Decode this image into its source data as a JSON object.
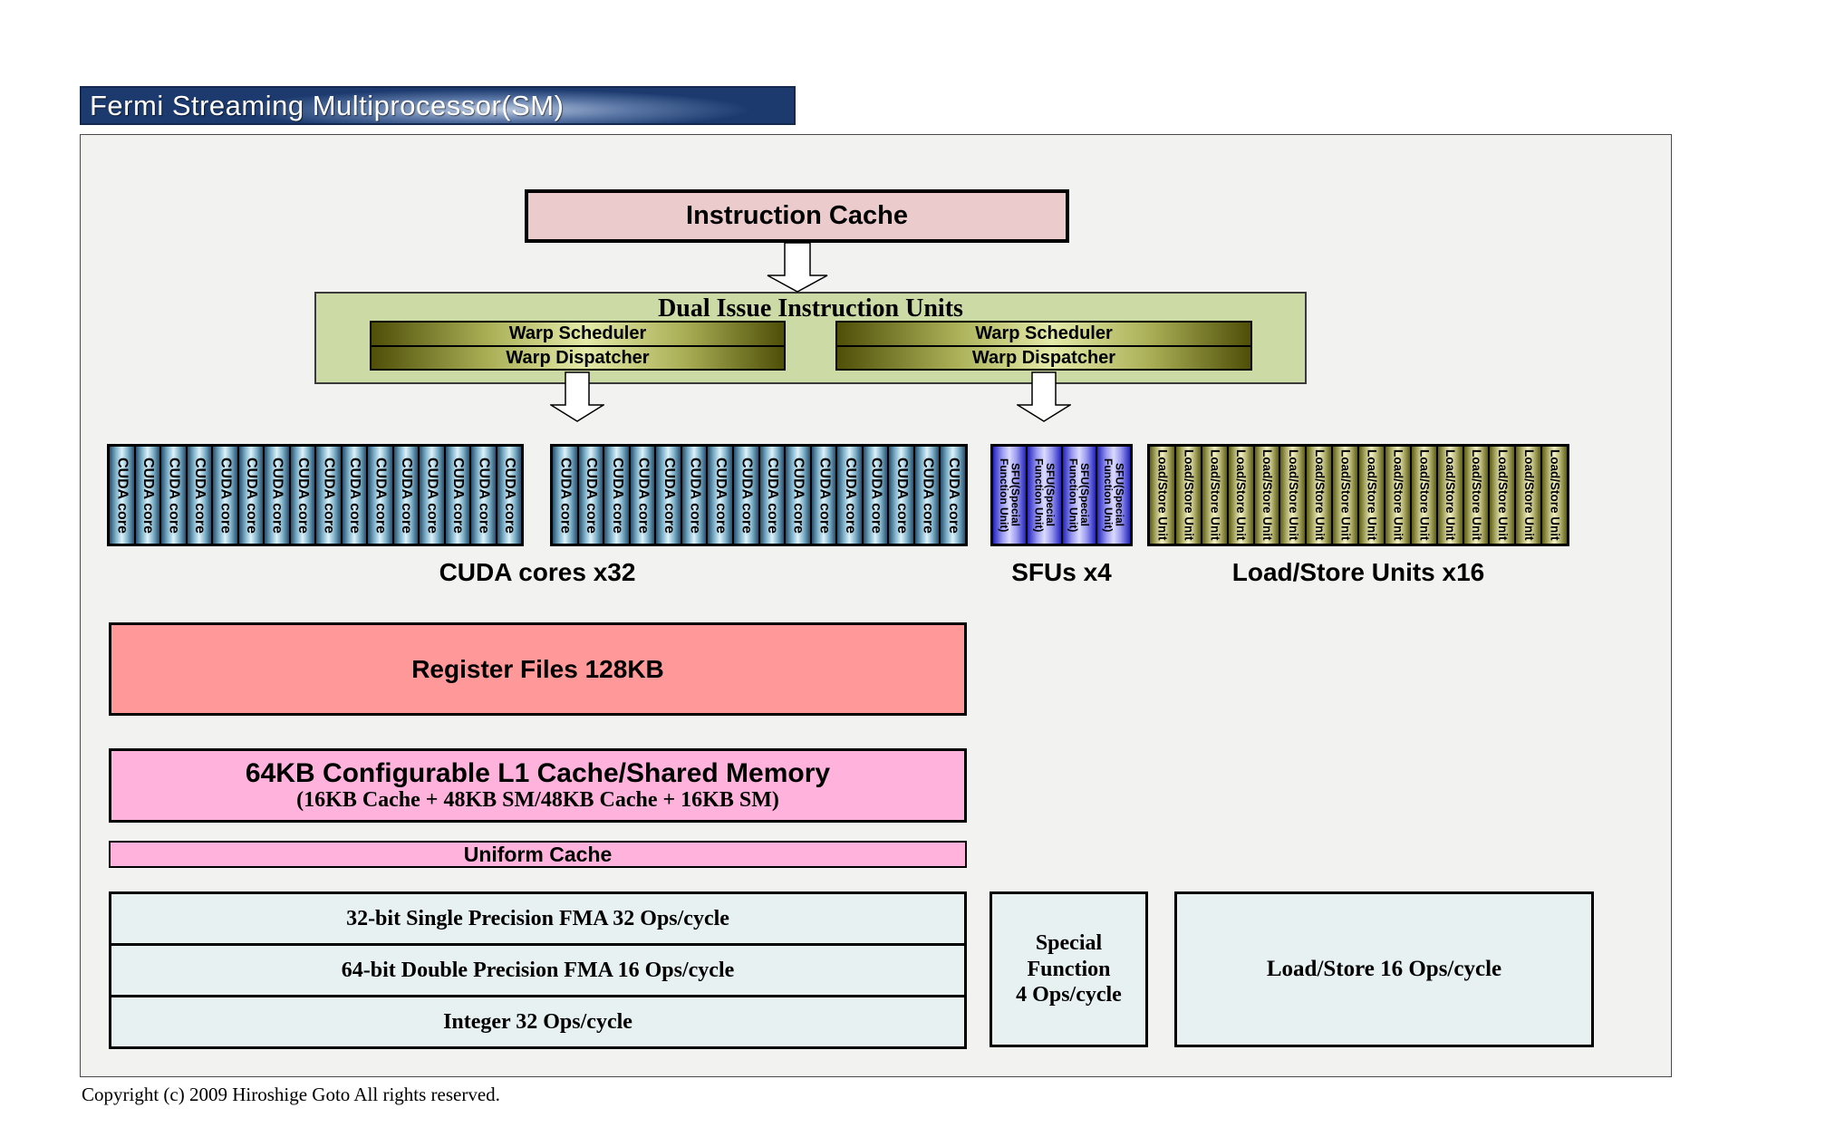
{
  "banner": {
    "title": "Fermi Streaming Multiprocessor(SM)"
  },
  "diagram": {
    "instruction_cache": {
      "label": "Instruction Cache"
    },
    "dual_issue": {
      "title": "Dual Issue Instruction Units",
      "groups": [
        {
          "scheduler": "Warp Scheduler",
          "dispatcher": "Warp Dispatcher"
        },
        {
          "scheduler": "Warp Scheduler",
          "dispatcher": "Warp Dispatcher"
        }
      ]
    },
    "units": {
      "cuda_group1": {
        "count": 16,
        "lines": [
          "CUDA core"
        ]
      },
      "cuda_group2": {
        "count": 16,
        "lines": [
          "CUDA core"
        ]
      },
      "sfu_group": {
        "count": 4,
        "lines": [
          "SFU(Special",
          "Function Unit)"
        ]
      },
      "lsu_group": {
        "count": 16,
        "lines": [
          "Load/Store Unit"
        ]
      }
    },
    "unit_labels": {
      "cuda": "CUDA cores x32",
      "sfu": "SFUs x4",
      "lsu": "Load/Store Units x16"
    },
    "register_files": {
      "label": "Register Files 128KB"
    },
    "l1_cache": {
      "title": "64KB Configurable L1 Cache/Shared Memory",
      "subtitle": "(16KB Cache + 48KB SM/48KB Cache + 16KB SM)"
    },
    "uniform_cache": {
      "label": "Uniform Cache"
    },
    "throughput": {
      "rows": [
        "32-bit Single Precision FMA 32 Ops/cycle",
        "64-bit Double Precision FMA 16 Ops/cycle",
        "Integer 32 Ops/cycle"
      ],
      "special_function": {
        "line1": "Special",
        "line2": "Function",
        "line3": "4 Ops/cycle"
      },
      "load_store": {
        "label": "Load/Store 16 Ops/cycle"
      }
    }
  },
  "footer": {
    "copyright": "Copyright (c) 2009 Hiroshige Goto All rights reserved."
  },
  "colors": {
    "banner_navy": "#1C3A6E",
    "main_background": "#F2F2F1",
    "instruction_cache_fill": "#EBCBCB",
    "dual_issue_fill": "#CCDBA6",
    "warp_row_dark": "#4F4F08",
    "warp_row_light": "#E4EAA8",
    "cuda_dark": "#29506E",
    "cuda_light": "#DDF2FB",
    "sfu_dark": "#2424BE",
    "sfu_light": "#DBDBFF",
    "lsu_dark": "#5E5E14",
    "lsu_light": "#F3F0C4",
    "register_fill": "#FF9898",
    "pink_fill": "#FFB3DC",
    "throughput_fill": "#E7F1F2"
  }
}
